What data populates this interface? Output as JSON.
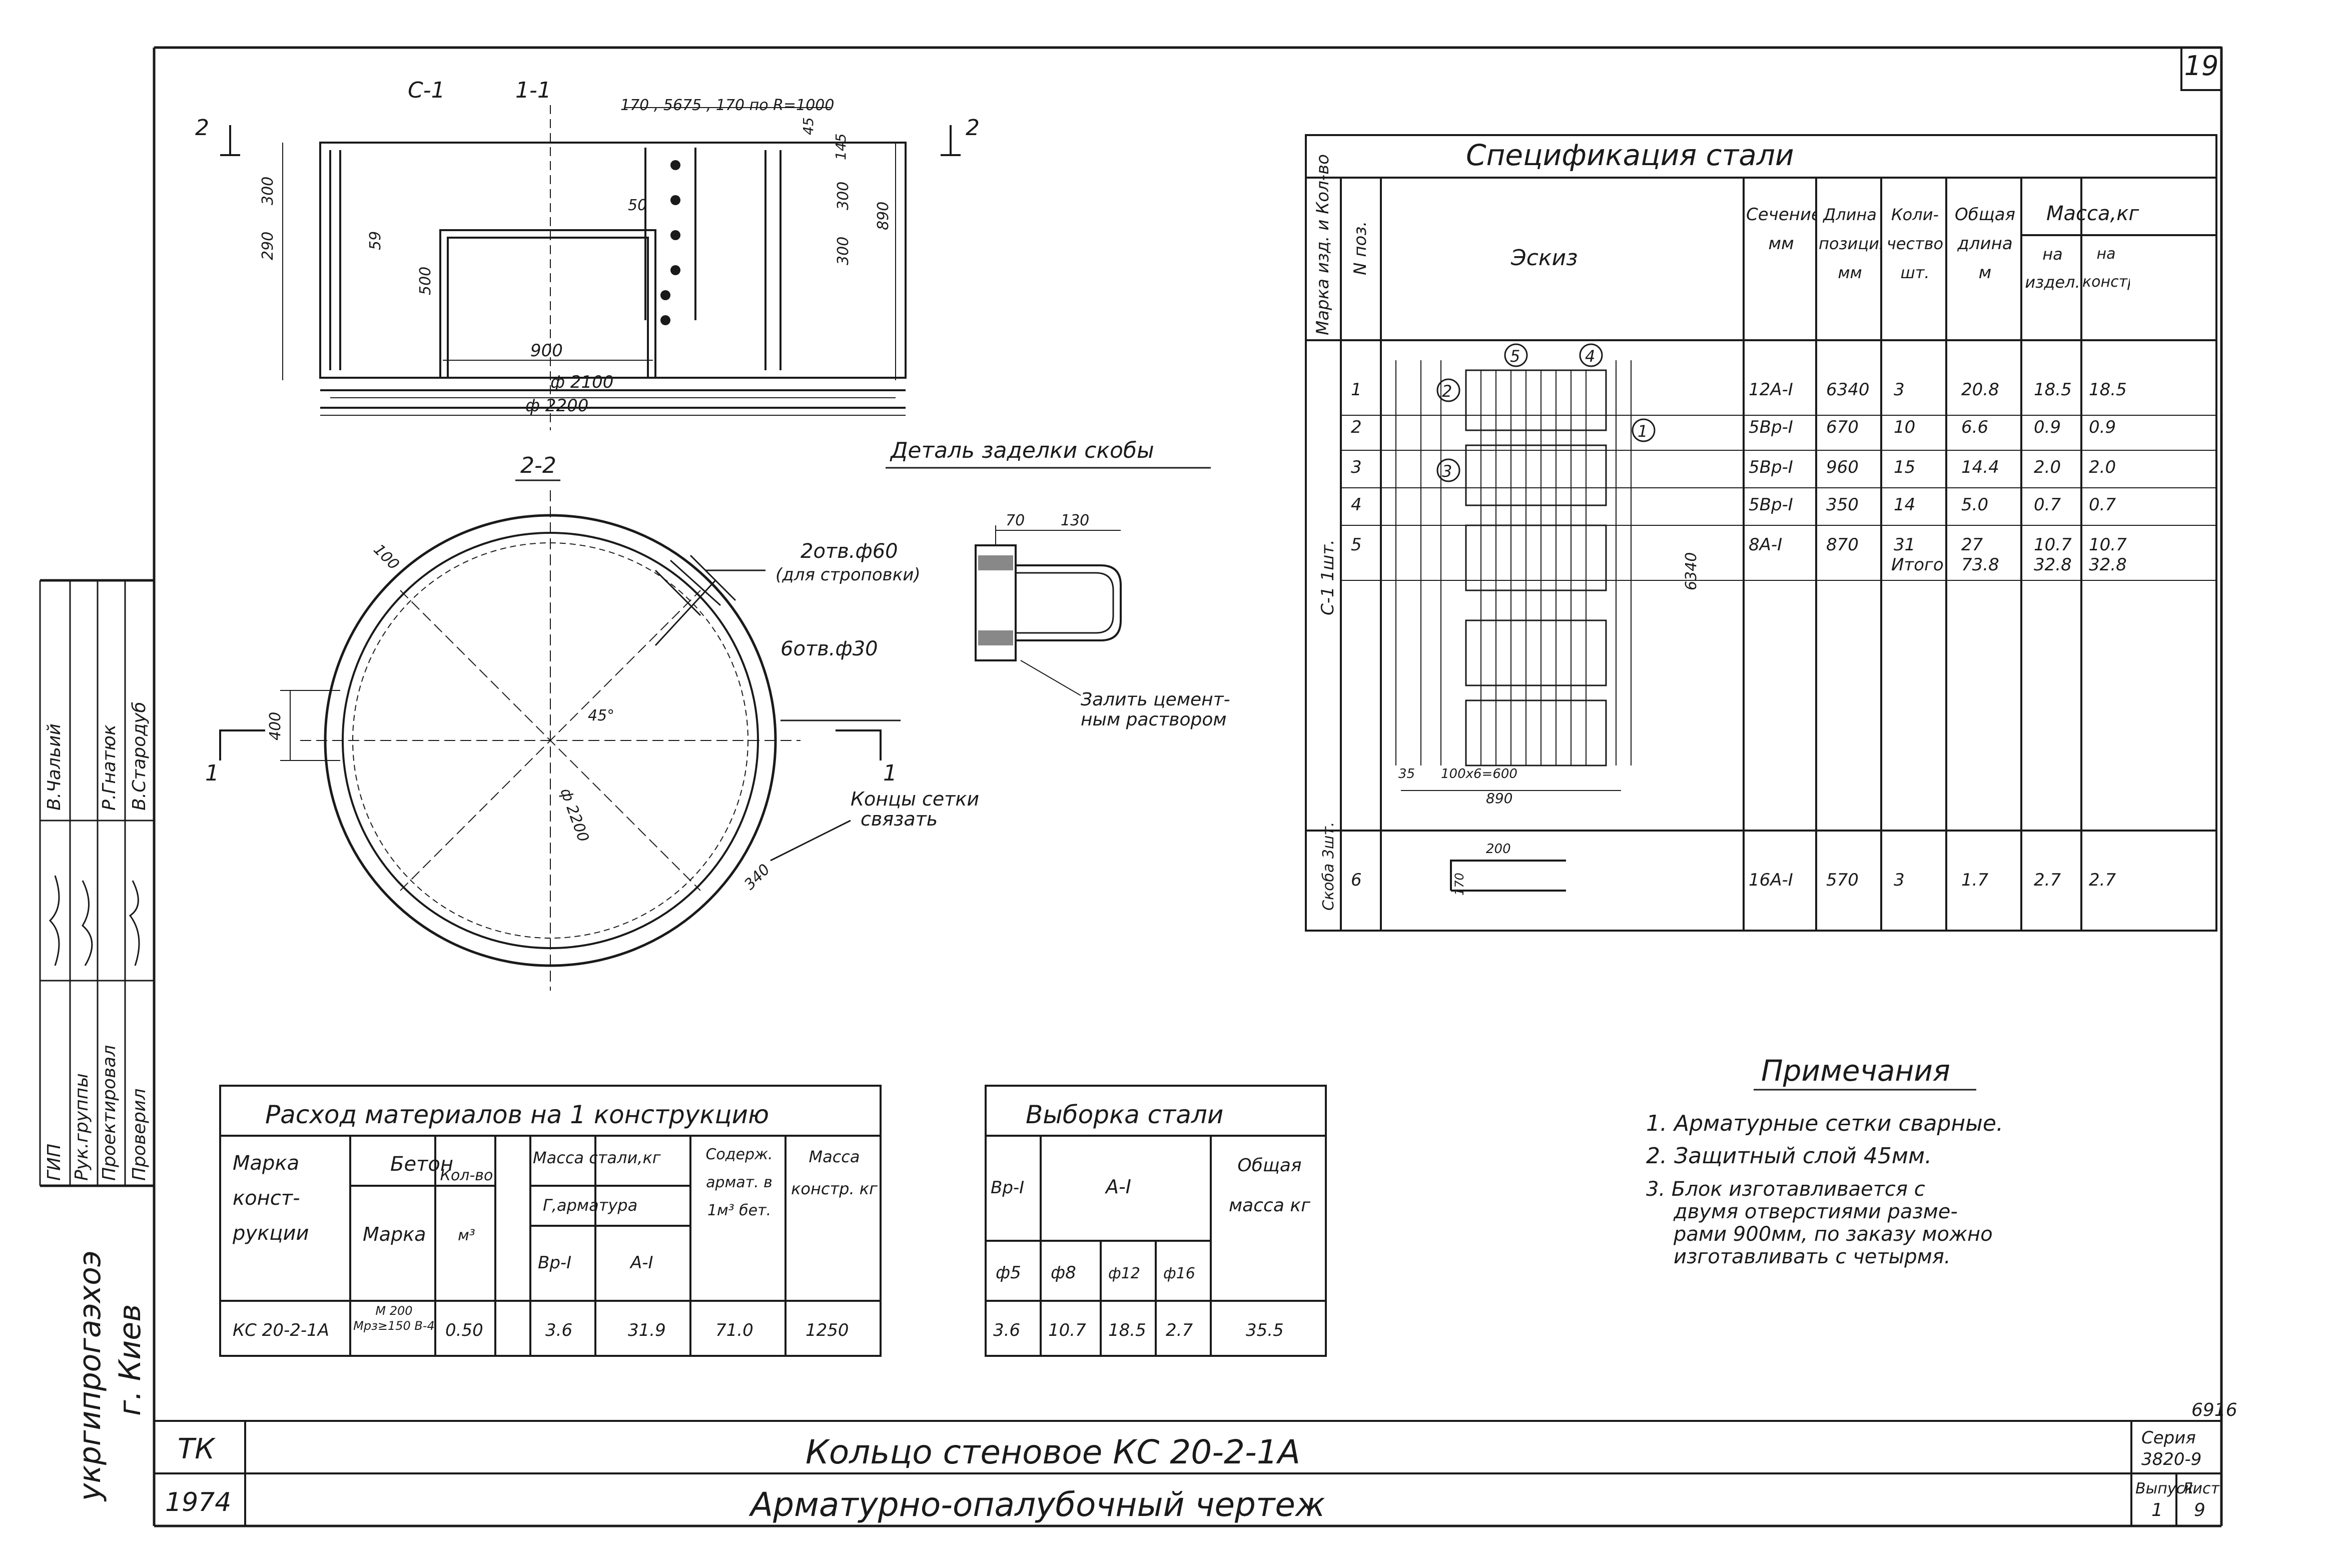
{
  "sheet": {
    "page_number": "19",
    "order_number": "6916"
  },
  "left_margin": {
    "org": "укргипрогаэхоэ",
    "city": "г. Киев",
    "roles": [
      "ГИП",
      "Рук.группы",
      "Проектировал",
      "Проверил"
    ],
    "names": [
      "В.Чальий",
      "Р.Гнатюк",
      "В.Стародуб"
    ]
  },
  "section_views": {
    "label_c1": "С-1",
    "label_1_1": "1-1",
    "label_2_2": "2-2",
    "cut_mark_2": "2",
    "cut_mark_1": "1",
    "top_dims": "170 , 5675 , 170 по R=1000",
    "dims": {
      "d300": "300",
      "d290": "290",
      "d500": "500",
      "d59": "59",
      "d50": "50",
      "d45": "45",
      "d145": "145",
      "d300b": "300",
      "d300c": "300",
      "d890": "890",
      "d900": "900",
      "d2100": "ф 2100",
      "d2200": "ф 2200",
      "d100": "100",
      "d400": "400",
      "angle45": "45°",
      "r2200": "ф 2200",
      "d340": "340"
    },
    "callouts": {
      "holes_60": "2отв.ф60",
      "holes_60_note": "(для строповки)",
      "holes_30": "6отв.ф30",
      "mesh_ends_1": "Концы сетки",
      "mesh_ends_2": "связать"
    }
  },
  "detail": {
    "title": "Деталь заделки скобы",
    "d70": "70",
    "d130": "130",
    "note_1": "Залить цемент-",
    "note_2": "ным раствором"
  },
  "spec_table": {
    "title": "Спецификация  стали",
    "headers": {
      "mark": "Марка изд. и Кол-во",
      "pos": "N поз.",
      "sketch": "Эскиз",
      "section": "Сечение мм",
      "length": "Длина позиции мм",
      "qty": "Коли-чество шт.",
      "total_len": "Общая длина м",
      "mass": "Масса,кг",
      "mass_item": "на издел.",
      "mass_constr": "на констр."
    },
    "group_label": "С-1 1шт.",
    "rows": [
      {
        "pos": "1",
        "section": "12А-I",
        "length": "6340",
        "qty": "3",
        "total": "20.8",
        "m1": "18.5",
        "m2": "18.5"
      },
      {
        "pos": "2",
        "section": "5Вр-I",
        "length": "670",
        "qty": "10",
        "total": "6.6",
        "m1": "0.9",
        "m2": "0.9"
      },
      {
        "pos": "3",
        "section": "5Вр-I",
        "length": "960",
        "qty": "15",
        "total": "14.4",
        "m1": "2.0",
        "m2": "2.0"
      },
      {
        "pos": "4",
        "section": "5Вр-I",
        "length": "350",
        "qty": "14",
        "total": "5.0",
        "m1": "0.7",
        "m2": "0.7"
      },
      {
        "pos": "5",
        "section": "8А-I",
        "length": "870",
        "qty": "31",
        "total": "27",
        "m1": "10.7",
        "m2": "10.7"
      }
    ],
    "total_row": {
      "label": "Итого",
      "total": "73.8",
      "m1": "32.8",
      "m2": "32.8"
    },
    "bracket_group": "Скоба 3шт.",
    "bracket_row": {
      "pos": "6",
      "section": "16А-I",
      "length": "570",
      "qty": "3",
      "total": "1.7",
      "m1": "2.7",
      "m2": "2.7"
    },
    "sketch_labels": {
      "c1": "1",
      "c2": "2",
      "c3": "3",
      "c4": "4",
      "c5": "5",
      "len6340": "6340",
      "d890": "890",
      "d35": "35",
      "d200": "200",
      "d170": "170",
      "step": "100х6=600"
    }
  },
  "materials_table": {
    "title": "Расход  материалов  на  1  конструкцию",
    "headers": {
      "mark": "Марка конст-рукции",
      "concrete": "Бетон",
      "concrete_mark": "Марка",
      "concrete_vol": "Кол-во м³",
      "steel_mass": "Масса стали,кг",
      "steel_sub": "Г,арматура",
      "bp": "Вр-I",
      "ai": "А-I",
      "content": "Содерж. армат. в 1м³ бет.",
      "mass": "Масса констр. кг"
    },
    "row": {
      "mark": "КС 20-2-1А",
      "concrete_mark": "М 200 Мрз≥150 В-4",
      "vol": "0.50",
      "bp": "3.6",
      "ai": "31.9",
      "content": "71.0",
      "mass": "1250"
    }
  },
  "steel_table": {
    "title": "Выборка  стали",
    "headers": {
      "bp": "Вр-I",
      "ai": "А-I",
      "total": "Общая масса кг",
      "f5": "ф5",
      "f8": "ф8",
      "f12": "ф12",
      "f16": "ф16"
    },
    "row": {
      "f5": "3.6",
      "f8": "10.7",
      "f12": "18.5",
      "f16": "2.7",
      "total": "35.5"
    }
  },
  "notes": {
    "title": "Примечания",
    "items": [
      "1. Арматурные сетки сварные.",
      "2. Защитный слой 45мм.",
      "3. Блок изготавливается с",
      "двумя отверстиями разме-",
      "рами 900мм, по заказу можно",
      "изготавливать с четырмя."
    ]
  },
  "title_block": {
    "tk": "ТК",
    "year": "1974",
    "name": "Кольцо  стеновое  КС 20-2-1А",
    "subtitle": "Арматурно-опалубочный  чертеж",
    "series_label": "Серия",
    "series": "3820-9",
    "issue_label": "Выпуск",
    "issue": "1",
    "sheet_label": "Лист",
    "sheet": "9"
  }
}
